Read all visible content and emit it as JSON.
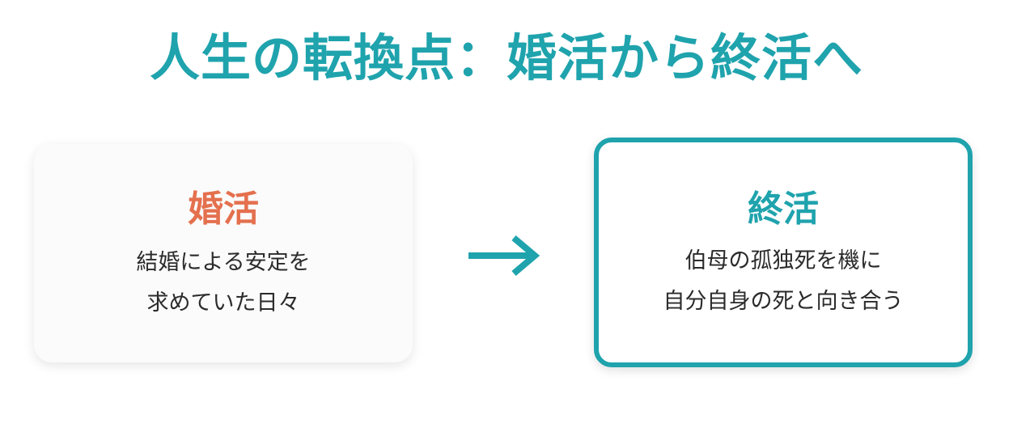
{
  "title": "人生の転換点：婚活から終活へ",
  "left_card": {
    "heading": "婚活",
    "lines": [
      "結婚による安定を",
      "求めていた日々"
    ]
  },
  "right_card": {
    "heading": "終活",
    "lines": [
      "伯母の孤独死を機に",
      "自分自身の死と向き合う"
    ]
  },
  "arrow_icon": "right-arrow-icon",
  "colors": {
    "accent": "#1fa3ad",
    "left_heading": "#e4704e",
    "text": "#2b2b2b"
  }
}
